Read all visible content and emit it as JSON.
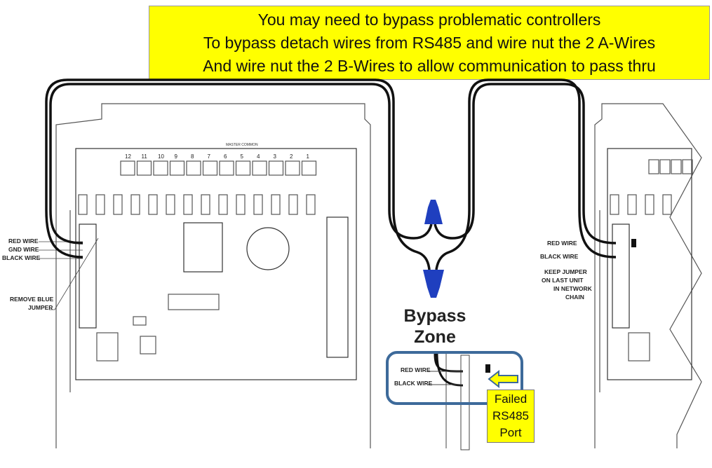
{
  "banner": {
    "lines": [
      "You may need to bypass problematic controllers",
      "To bypass detach wires from RS485 and wire nut the 2 A-Wires",
      "And wire nut the 2 B-Wires to allow communication to pass thru"
    ],
    "color": "#ffff00"
  },
  "left_board": {
    "labels": {
      "red": "RED WIRE",
      "gnd": "GND WIRE",
      "black": "BLACK WIRE",
      "jumper1": "REMOVE BLUE",
      "jumper2": "JUMPER"
    },
    "relay_numbers": [
      "12",
      "11",
      "10",
      "9",
      "8",
      "7",
      "6",
      "5",
      "4",
      "3",
      "2",
      "1"
    ],
    "master_common": "MASTER COMMON"
  },
  "bypass_zone": {
    "line1": "Bypass",
    "line2": "Zone",
    "wire_nut_color": "#1f3fbf"
  },
  "failed_port": {
    "labels": {
      "red": "RED WIRE",
      "black": "BLACK WIRE"
    },
    "callout": [
      "Failed",
      "RS485",
      "Port"
    ],
    "box_color": "#3d6a9a",
    "arrow_color": "#ffff00"
  },
  "right_board": {
    "labels": {
      "red": "RED WIRE",
      "black": "BLACK WIRE",
      "keep1": "KEEP JUMPER",
      "keep2": "ON LAST UNIT",
      "keep3": "IN NETWORK",
      "keep4": "CHAIN"
    }
  }
}
